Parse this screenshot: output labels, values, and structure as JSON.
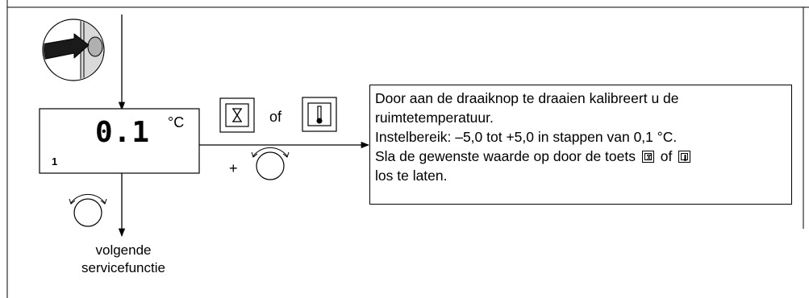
{
  "display": {
    "value": "0.1",
    "unit": "°C",
    "index": "1"
  },
  "keys": {
    "of_label": "of",
    "plus_label": "+"
  },
  "next": {
    "line1": "volgende",
    "line2": "servicefunctie"
  },
  "info": {
    "line1": "Door aan de draaiknop te draaien kalibreert u de",
    "line2": "ruimtetemperatuur.",
    "line3": "Instelbereik: –5,0  tot +5,0 in stappen van 0,1 °C.",
    "line4_pre": "Sla de gewenste waarde op door de toets",
    "line4_of": "of",
    "line5": "los te laten."
  },
  "icons": [
    "hand-press-icon",
    "hourglass-key-icon",
    "thermometer-key-icon",
    "rotary-knob-icon"
  ]
}
